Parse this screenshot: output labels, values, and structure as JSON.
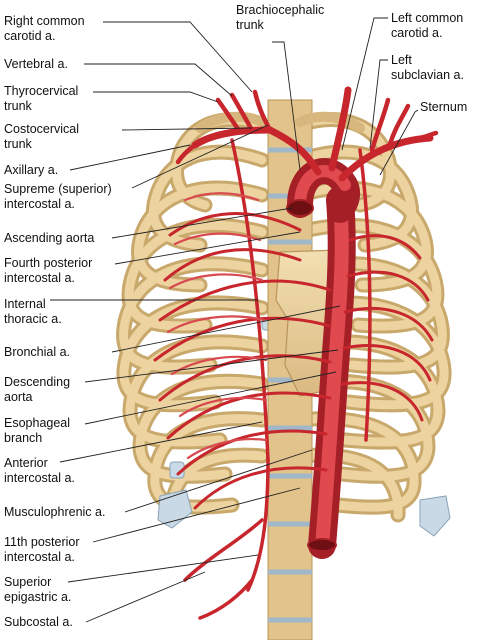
{
  "labels": {
    "right_common_carotid": [
      "Right  common",
      "carotid a."
    ],
    "vertebral": [
      "Vertebral a."
    ],
    "thyrocervical": [
      "Thyrocervical",
      "trunk"
    ],
    "costocervical": [
      "Costocervical",
      "trunk"
    ],
    "axillary": [
      "Axillary a."
    ],
    "supreme_intercostal": [
      "Supreme (superior)",
      "intercostal a."
    ],
    "ascending_aorta": [
      "Ascending aorta"
    ],
    "fourth_posterior_intercostal": [
      "Fourth posterior",
      "intercostal a."
    ],
    "internal_thoracic": [
      "Internal",
      "thoracic a."
    ],
    "bronchial": [
      "Bronchial a."
    ],
    "descending_aorta": [
      "Descending",
      "aorta"
    ],
    "esophageal_branch": [
      "Esophageal",
      "branch"
    ],
    "anterior_intercostal": [
      "Anterior",
      "intercostal a."
    ],
    "musculophrenic": [
      "Musculophrenic a."
    ],
    "eleventh_posterior_intercostal": [
      "11th posterior",
      "intercostal a."
    ],
    "superior_epigastric": [
      "Superior",
      "epigastric a."
    ],
    "subcostal": [
      "Subcostal a."
    ],
    "brachiocephalic_trunk": [
      "Brachiocephalic",
      "trunk"
    ],
    "left_common_carotid": [
      "Left common",
      "carotid a."
    ],
    "left_subclavian": [
      "Left",
      "subclavian a."
    ],
    "sternum": [
      "Sternum"
    ]
  },
  "colors": {
    "bone": "#e9cf9a",
    "bone_edge": "#b8955a",
    "cartilage": "#c9d9e6",
    "artery": "#d8343a",
    "artery_dark": "#a51f26",
    "leader": "#222222"
  }
}
